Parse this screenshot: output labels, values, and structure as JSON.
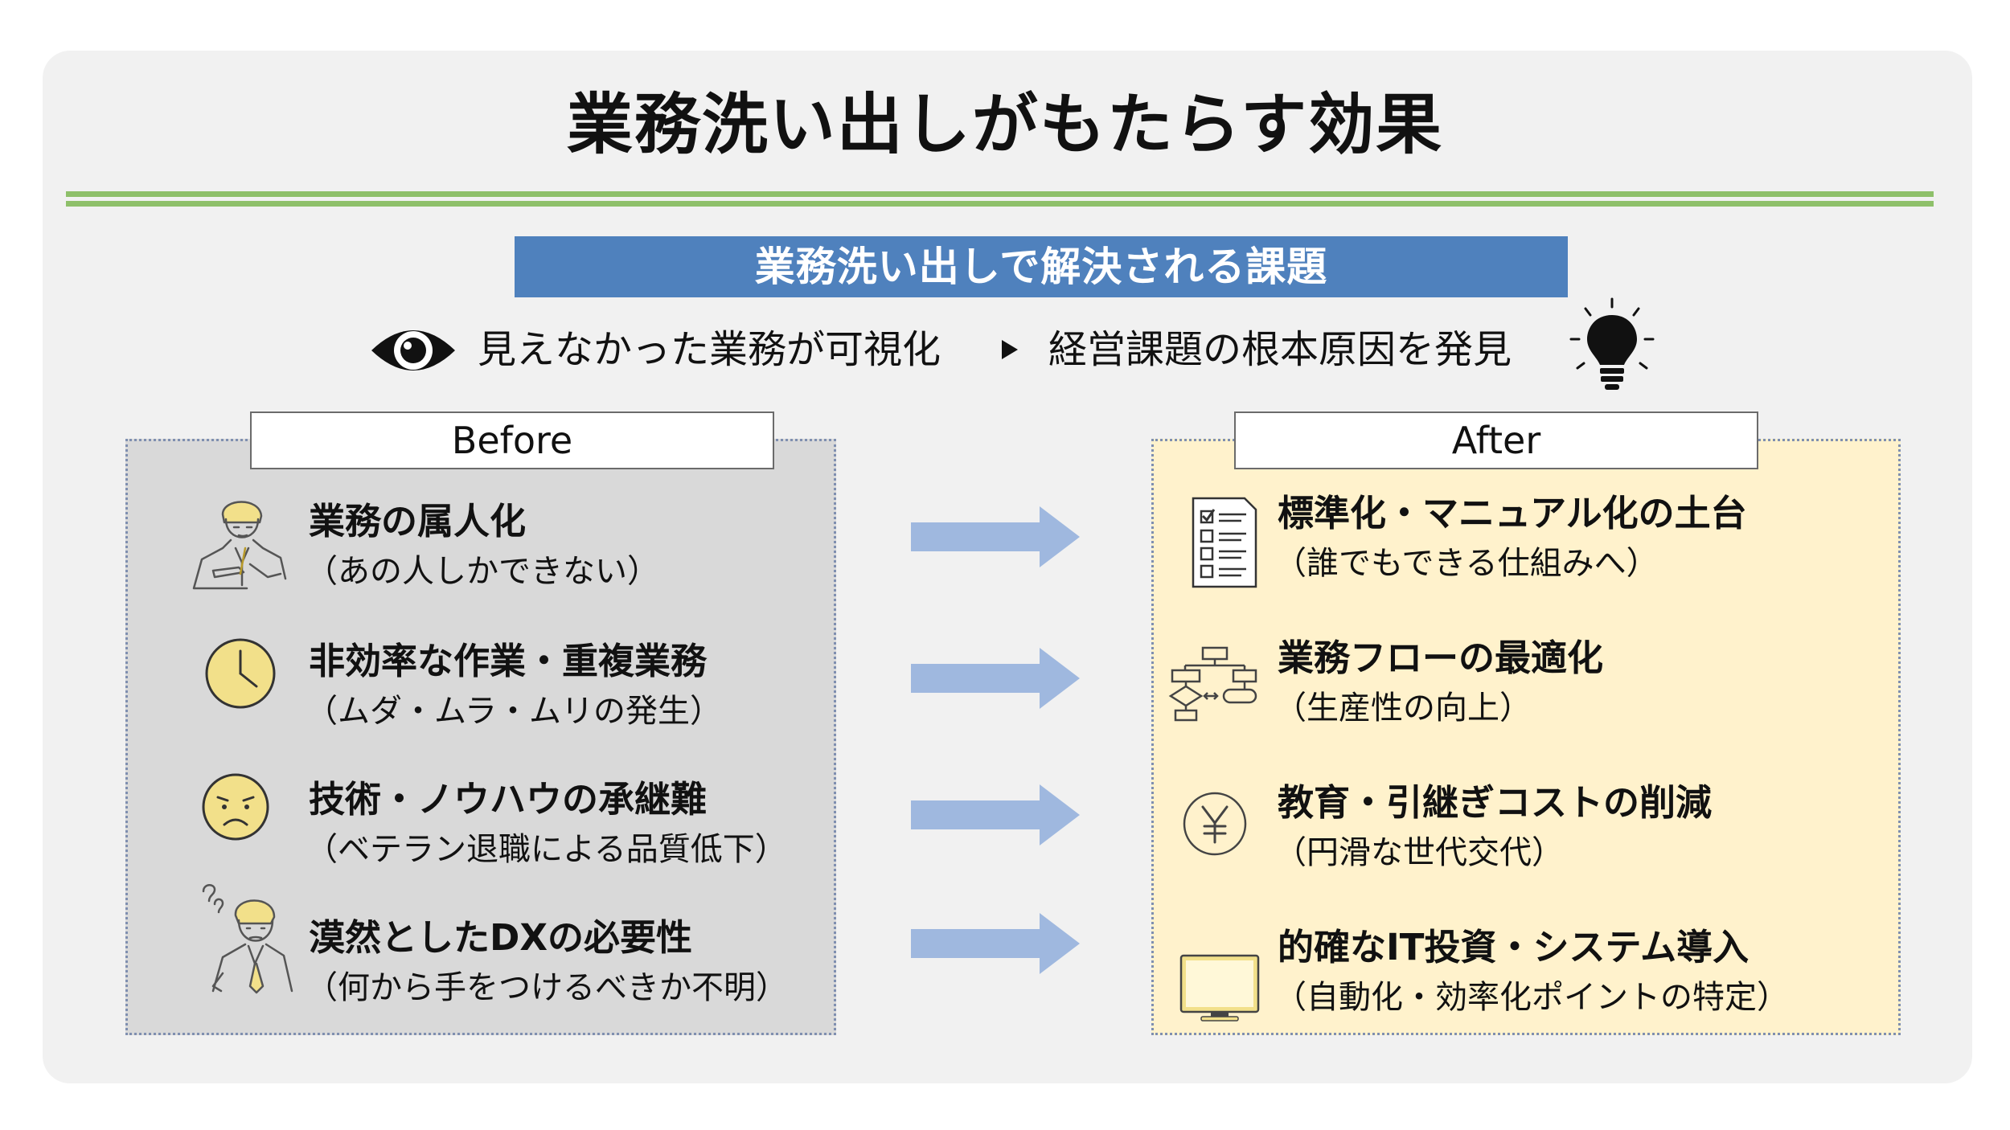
{
  "title": "業務洗い出しがもたらす効果",
  "subtitle": "業務洗い出しで解決される課題",
  "visibility": {
    "left": "見えなかった業務が可視化",
    "right": "経営課題の根本原因を発見"
  },
  "before": {
    "label": "Before",
    "items": [
      {
        "title": "業務の属人化",
        "sub": "（あの人しかできない）",
        "icon": "confused-worker-icon"
      },
      {
        "title": "非効率な作業・重複業務",
        "sub": "（ムダ・ムラ・ムリの発生）",
        "icon": "clock-icon"
      },
      {
        "title": "技術・ノウハウの承継難",
        "sub": "（ベテラン退職による品質低下）",
        "icon": "sad-face-icon"
      },
      {
        "title": "漠然としたDXの必要性",
        "sub": "（何から手をつけるべきか不明）",
        "icon": "puzzled-businessman-icon"
      }
    ]
  },
  "after": {
    "label": "After",
    "items": [
      {
        "title": "標準化・マニュアル化の土台",
        "sub": "（誰でもできる仕組みへ）",
        "icon": "checklist-icon"
      },
      {
        "title": "業務フローの最適化",
        "sub": "（生産性の向上）",
        "icon": "flowchart-icon"
      },
      {
        "title": "教育・引継ぎコストの削減",
        "sub": "（円滑な世代交代）",
        "icon": "yen-icon"
      },
      {
        "title": "的確なIT投資・システム導入",
        "sub": "（自動化・効率化ポイントの特定）",
        "icon": "monitor-icon"
      }
    ]
  },
  "colors": {
    "accent_green": "#8ec06a",
    "banner_blue": "#4f81bd",
    "arrow_blue": "#9fb8df",
    "before_bg": "#d9d9d9",
    "after_bg": "#fff2cc",
    "icon_yellow": "#f2e08a"
  }
}
